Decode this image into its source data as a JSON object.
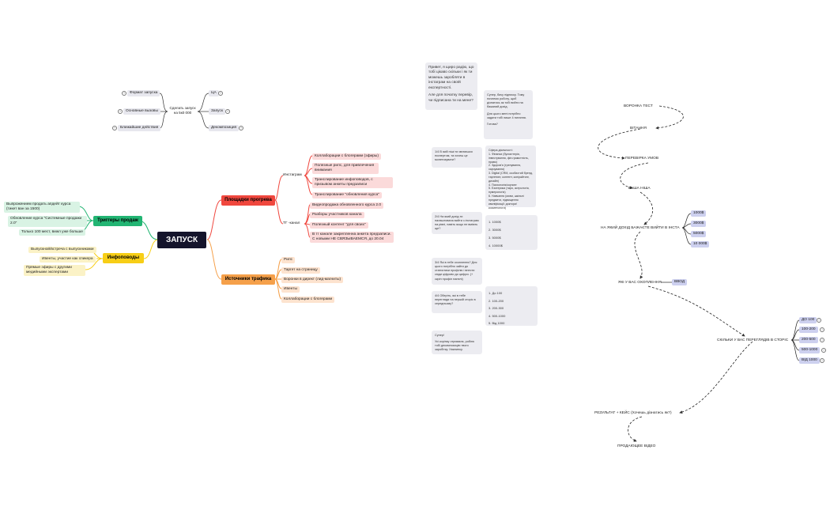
{
  "mindmap_small": {
    "center": "Сделать запуск\nна 5к0 000",
    "left": [
      "Формат запуска",
      "Основные вызовы",
      "Ближайшие действия"
    ],
    "right": [
      "ЦА",
      "Запуск",
      "Декомпозиция"
    ]
  },
  "mindmap_main": {
    "center": "ЗАПУСК",
    "triggers": {
      "title": "Триггеры продаж",
      "items": [
        "Выпрожением продать апдейт курса (тикет ван за 1500)",
        "Обновление курса \"Системные продажи 2.0\"",
        "Только 100 мест, вижл уже больше"
      ]
    },
    "infopovody": {
      "title": "Инфоповоды",
      "items": [
        "Выпускной/встреча с выпускниками",
        "Ивенты, участие как спикера",
        "Прямые эфиры с другими медийными экспертами"
      ]
    },
    "platforms": {
      "title": "Площадки прогрева",
      "instagram": {
        "label": "Инстаграм",
        "items": [
          "Коллаборации с блогерами (эфиры)",
          "Полезные рилс, для привлечения внимания",
          "Транслирование инфоповодов, с призывом анкеты предзаписи",
          "Транслирование \"обновления курса\""
        ]
      },
      "tg": {
        "label": "ТГ -канал",
        "items": [
          "Видеопродажа обновленного курса 2.0",
          "Разборы участников канала",
          "Полезный контент \"для своих\"",
          "В тг канале закрепленна анкета предзаписи. С новыми НЕ СВЯЗЫВАЕМСЯ, до 20.04"
        ]
      }
    },
    "traffic": {
      "title": "Источники трафика",
      "items": [
        "Рилс",
        "Таргет на страницу",
        "Воронки в директ (лид-магниты)",
        "Ивенты",
        "Коллаборации с блогерами"
      ]
    }
  },
  "chat": {
    "intro_bubble": [
      "Привет, я щиро радію, що тобі цікаво скільки і як ти можешь заробляти в інстаграм на своїй експертності.",
      "Але для початку перевір, чи підписана ти на мене?"
    ],
    "intro_reply": [
      "Супер, бачу підписку. Тому почнемо роботу, щоб дізнатись як тобі вийти на бажаний дохід.",
      "Для цього мені потрібно задати тобі лише 4 питання.",
      "Готова?"
    ],
    "q1": "1/4 В якій ніші ти являєшся експертом, та хочеш це монетизувати?",
    "q1_options": [
      "Сфера діяльності:",
      "1. Фінанси (бухгалтерія, інвестування, фін.грамотність, право)",
      "2. Здоров'я (тренування, харчування)",
      "3. Digital (CRM, особистий бренд, таргетинг, контент, копірайтинг, дизайн)",
      "4. Психологія/коучинг",
      "5. Езотерика (таро, астрологія, нумерологія)",
      "6. Навчання (мови, шкільні предмети, підвищення кваліфікації: доктори/косметологи)"
    ],
    "q2": "2/4 На який дохід ти налаштована вийти з інстаграм на рівні, навіть якщо не вміють ще?",
    "q2_options": [
      "1. 1000$",
      "2. 3000$",
      "3. 5000$",
      "4. 10000$"
    ],
    "q3": "3/4 Які в тебе охоплення? Для цього потрібно зайти до статистики профілю і внести сюди ціфрово до цифри. (+ скрін профіл панелі)",
    "q4": "4/4 Оберіть, які в тебе перегляди на першій сторіс в середньому?",
    "q4_options": [
      "1. До 100",
      "2. 100-200",
      "3. 200-300",
      "4. 500-1000",
      "5. Від 1000"
    ],
    "final": [
      "Супер!",
      "Усі корінку отримала, роблю тобі декомпозицію твого заробітку. Хвилинку."
    ]
  },
  "funnel": {
    "nodes": {
      "test": "ВОРОНКА ТЕСТ",
      "greet": "ВІТАННЯ",
      "check": "ПЕРЕВІРКА УМОВ",
      "niche": "ВАША НІША",
      "income": "НА ЯКИЙ ДОХІД БАЖАЄТЕ ВИЙТИ В ІНСТА",
      "reach": "ЯКІ У ВАС ОХОПЛЕННЯ",
      "input": "ВВОД",
      "views": "СКІЛЬКИ У ВАС ПЕРЕГЛЯДІВ В СТОРІС",
      "result": "РЕЗУЛЬТАТ + КЕЙС (Хочешь дізнатись як?)",
      "video": "ПРОДАЮЩЕЕ ВІДЕО"
    },
    "income_options": [
      "1000$",
      "3000$",
      "5000$",
      "10 000$"
    ],
    "views_options": [
      "ДО 100",
      "100-200",
      "200-500",
      "500-1000",
      "ВІД 1000"
    ]
  },
  "colors": {
    "center_bg": "#14142b",
    "green": "#22b573",
    "yellow": "#f7ce16",
    "red": "#f0473e",
    "orange": "#f5a04a",
    "funnel_tag": "#cdd0ef"
  }
}
